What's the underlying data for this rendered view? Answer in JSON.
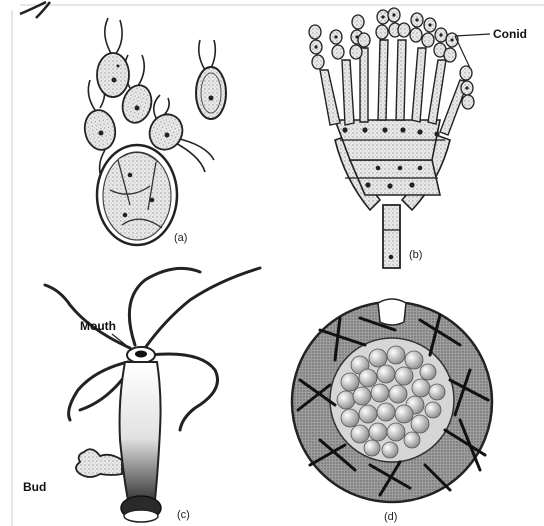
{
  "panels": [
    {
      "id": "a",
      "caption": "(a)"
    },
    {
      "id": "b",
      "caption": "(b)",
      "callout": "Conid"
    },
    {
      "id": "c",
      "caption": "(c)",
      "callouts": [
        "Mouth",
        "Bud"
      ]
    },
    {
      "id": "d",
      "caption": "(d)"
    }
  ],
  "colors": {
    "ink": "#1a1a1a",
    "stipple": "#bdbdbd",
    "shade": "#8c8c8c",
    "paper": "#ffffff"
  }
}
